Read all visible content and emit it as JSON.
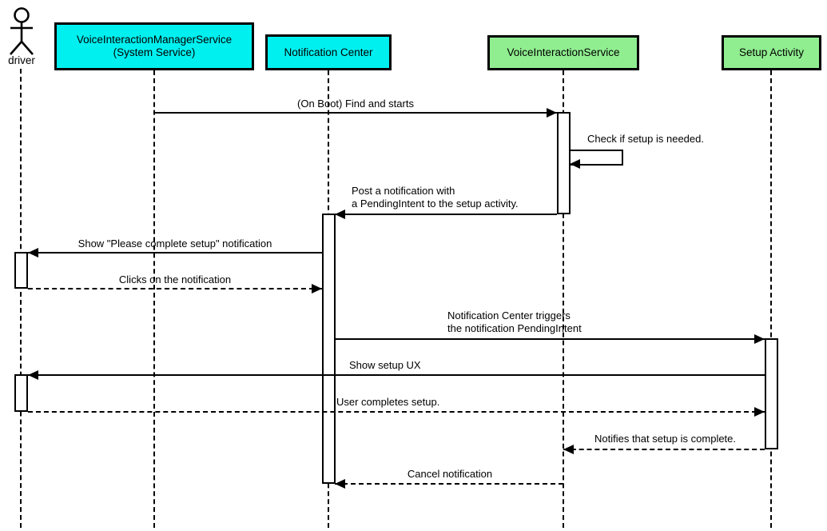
{
  "diagram_type": "UML sequence diagram",
  "colors": {
    "system_service_box_fill": "#00f0f0",
    "activity_box_fill": "#90ee90",
    "stroke": "#000000",
    "background": "#ffffff"
  },
  "participants": [
    {
      "id": "driver",
      "kind": "actor",
      "label": "driver"
    },
    {
      "id": "voice-interaction-manager-service",
      "kind": "box-cyan",
      "label_line1": "VoiceInteractionManagerService",
      "label_line2": "(System Service)"
    },
    {
      "id": "notification-center",
      "kind": "box-cyan",
      "label": "Notification Center"
    },
    {
      "id": "voice-interaction-service",
      "kind": "box-green",
      "label": "VoiceInteractionService"
    },
    {
      "id": "setup-activity",
      "kind": "box-green",
      "label": "Setup Activity"
    }
  ],
  "messages": [
    {
      "from": "voice-interaction-manager-service",
      "to": "voice-interaction-service",
      "style": "solid",
      "label": "(On Boot) Find and starts"
    },
    {
      "from": "voice-interaction-service",
      "to": "voice-interaction-service",
      "style": "solid-self",
      "label": "Check if setup is needed."
    },
    {
      "from": "voice-interaction-service",
      "to": "notification-center",
      "style": "solid",
      "label_line1": "Post a notification with",
      "label_line2": "a PendingIntent to the setup activity."
    },
    {
      "from": "notification-center",
      "to": "driver",
      "style": "solid",
      "label": "Show \"Please complete setup\" notification"
    },
    {
      "from": "driver",
      "to": "notification-center",
      "style": "dashed",
      "label": "Clicks on the notification"
    },
    {
      "from": "notification-center",
      "to": "setup-activity",
      "style": "solid",
      "label_line1": "Notification Center triggers",
      "label_line2": "the notification PendingIntent"
    },
    {
      "from": "setup-activity",
      "to": "driver",
      "style": "solid",
      "label": "Show setup UX"
    },
    {
      "from": "driver",
      "to": "setup-activity",
      "style": "dashed",
      "label": "User completes setup."
    },
    {
      "from": "setup-activity",
      "to": "voice-interaction-service",
      "style": "dashed",
      "label": "Notifies that setup is complete."
    },
    {
      "from": "voice-interaction-service",
      "to": "notification-center",
      "style": "dashed",
      "label": "Cancel notification"
    }
  ]
}
